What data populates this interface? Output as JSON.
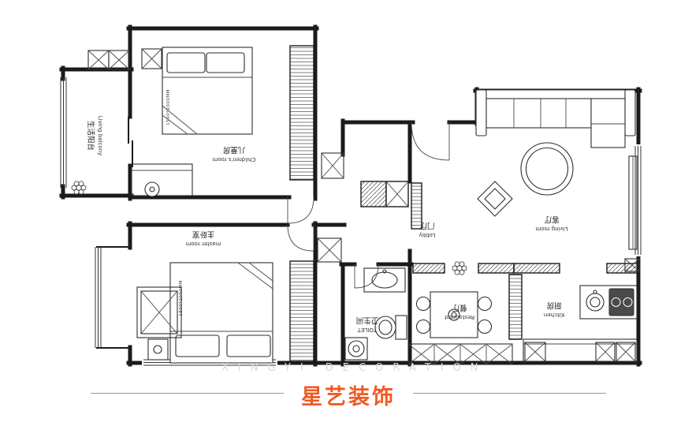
{
  "page": {
    "background": "#ffffff",
    "wall_color": "#1b1b1b"
  },
  "brand": {
    "logo_text": "星艺装饰",
    "logo_color": "#f05a23",
    "watermark_text": "XINGYI DECORATION"
  },
  "rooms": {
    "balcony": {
      "zh": "生活阳台",
      "en": "Living balcony"
    },
    "children": {
      "zh": "儿童房",
      "en": "Children's room"
    },
    "master": {
      "zh": "主卧室",
      "en": "master room"
    },
    "lobby": {
      "zh": "门厅",
      "en": "Lobby"
    },
    "living": {
      "zh": "客厅",
      "en": "Living room"
    },
    "dining": {
      "zh": "餐厅",
      "en": "Restaurant"
    },
    "kitchen": {
      "zh": "厨房",
      "en": "Kitchen"
    },
    "toilet": {
      "zh": "卫生间",
      "en": "TOILET"
    }
  },
  "labels": {
    "children_bed_size": "1500*2000MM",
    "master_bed_size": "1800*2000MM"
  }
}
